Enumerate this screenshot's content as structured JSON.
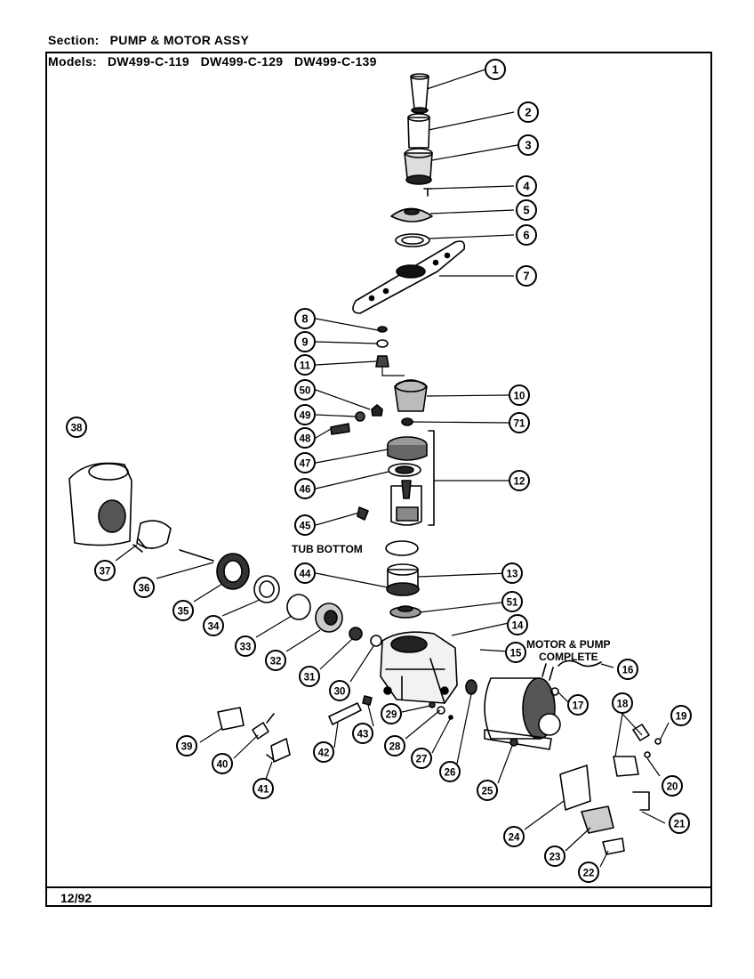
{
  "header": {
    "section_key": "Section:",
    "section_value": "PUMP & MOTOR ASSY",
    "models_key": "Models:",
    "models": [
      "DW499-C-119",
      "DW499-C-129",
      "DW499-C-139"
    ]
  },
  "annotations": {
    "tub_bottom": "TUB BOTTOM",
    "motor_pump_line1": "MOTOR & PUMP",
    "motor_pump_line2": "COMPLETE"
  },
  "footer": {
    "date": "12/92"
  },
  "callouts": [
    "1",
    "2",
    "3",
    "4",
    "5",
    "6",
    "7",
    "8",
    "9",
    "11",
    "50",
    "10",
    "49",
    "71",
    "48",
    "47",
    "46",
    "12",
    "45",
    "38",
    "44",
    "13",
    "51",
    "37",
    "36",
    "35",
    "34",
    "33",
    "32",
    "14",
    "15",
    "31",
    "16",
    "30",
    "17",
    "29",
    "18",
    "19",
    "28",
    "39",
    "43",
    "27",
    "40",
    "42",
    "26",
    "20",
    "41",
    "25",
    "21",
    "24",
    "23",
    "22"
  ]
}
